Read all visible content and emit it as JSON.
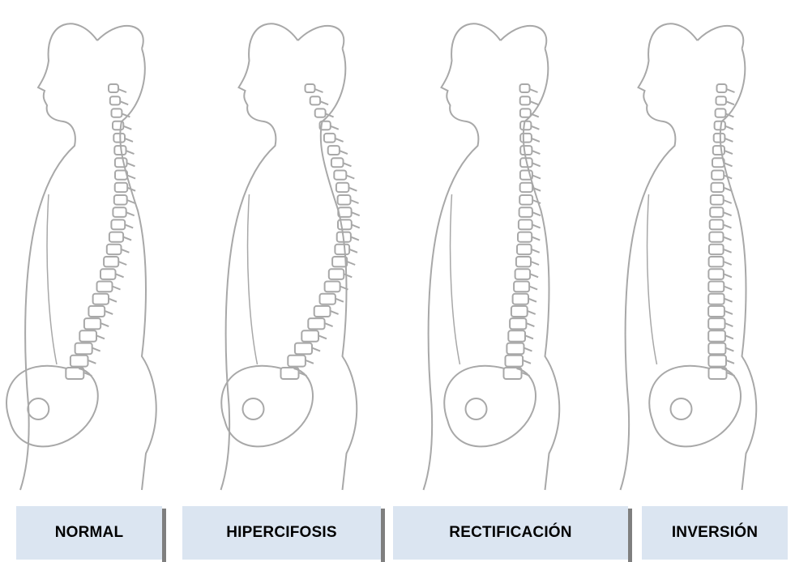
{
  "labels": {
    "normal": "NORMAL",
    "hipercifosis": "HIPERCIFOSIS",
    "rectificacion": "RECTIFICACIÓN",
    "inversion": "INVERSIÓN"
  },
  "colors": {
    "outline": "#a8a8a8",
    "label_background": "#dbe5f1",
    "label_shadow": "#7f7f7f",
    "label_text": "#000000"
  }
}
